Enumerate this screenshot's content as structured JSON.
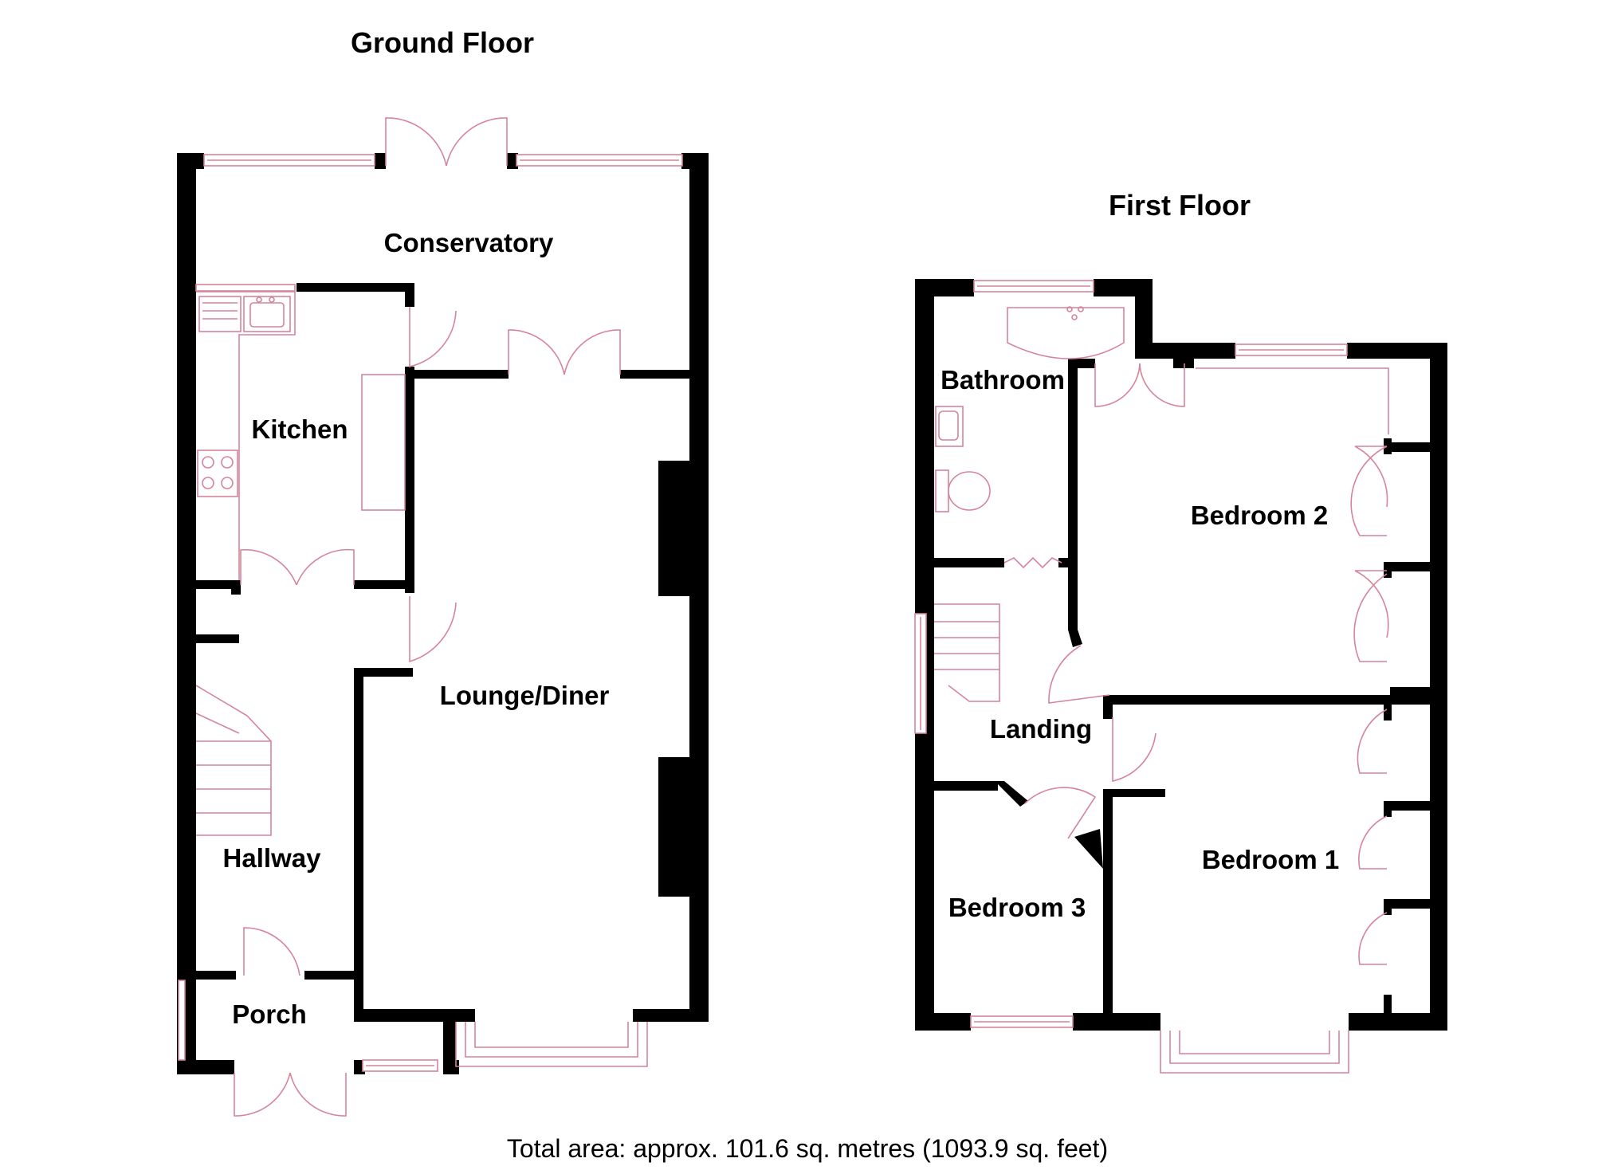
{
  "floors": {
    "ground": {
      "title": "Ground Floor",
      "rooms": {
        "conservatory": "Conservatory",
        "kitchen": "Kitchen",
        "lounge_diner": "Lounge/Diner",
        "hallway": "Hallway",
        "porch": "Porch"
      }
    },
    "first": {
      "title": "First Floor",
      "rooms": {
        "bathroom": "Bathroom",
        "bedroom2": "Bedroom 2",
        "landing": "Landing",
        "bedroom3": "Bedroom 3",
        "bedroom1": "Bedroom 1"
      }
    }
  },
  "total_area": "Total area: approx. 101.6 sq. metres (1093.9 sq. feet)",
  "colors": {
    "wall": "#000000",
    "fixture_line": "#d6849a",
    "background": "#ffffff"
  }
}
